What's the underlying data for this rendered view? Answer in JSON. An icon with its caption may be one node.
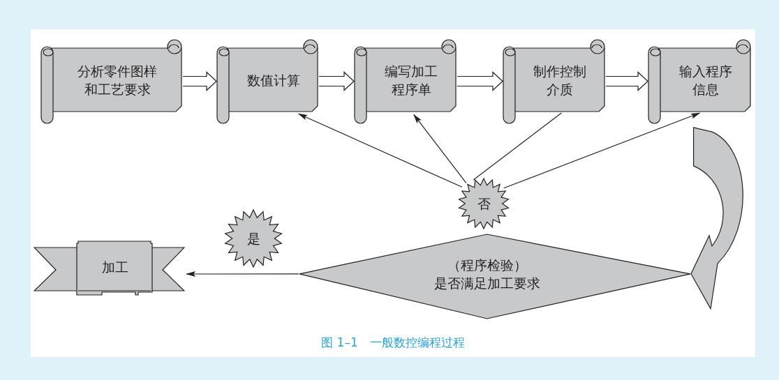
{
  "diagram": {
    "caption": "图 1–1　一般数控编程过程",
    "nodes": [
      {
        "text": [
          "分析零件图样和工艺要求"
        ]
      },
      {
        "text": [
          "数值计算"
        ]
      },
      {
        "text": [
          "编写加工程序单"
        ]
      },
      {
        "text": [
          "制作控制介质"
        ]
      },
      {
        "text": [
          "输入程序信息"
        ]
      },
      {
        "text": [
          "否"
        ]
      },
      {
        "text": [
          "是"
        ]
      },
      {
        "text": [
          "（程序检验）",
          "是否满足加工要求"
        ]
      },
      {
        "text": [
          "加工"
        ]
      }
    ],
    "edges": [
      {
        "from": 0,
        "to": 1,
        "arrow": "to",
        "style": "thick"
      },
      {
        "from": 1,
        "to": 2,
        "arrow": "to",
        "style": "thick"
      },
      {
        "from": 2,
        "to": 3,
        "arrow": "to",
        "style": "thick"
      },
      {
        "from": 3,
        "to": 4,
        "arrow": "to",
        "style": "thick"
      },
      {
        "from": 5,
        "to": 1,
        "arrow": "to"
      },
      {
        "from": 5,
        "to": 2,
        "arrow": "to"
      },
      {
        "from": 3,
        "to": 5,
        "arrow": "none"
      },
      {
        "from": 5,
        "to": 4,
        "arrow": "to"
      },
      {
        "from": 4,
        "to": 7,
        "arrow": "to",
        "style": "thick"
      },
      {
        "from": 7,
        "to": 8,
        "arrow": "to"
      }
    ]
  }
}
